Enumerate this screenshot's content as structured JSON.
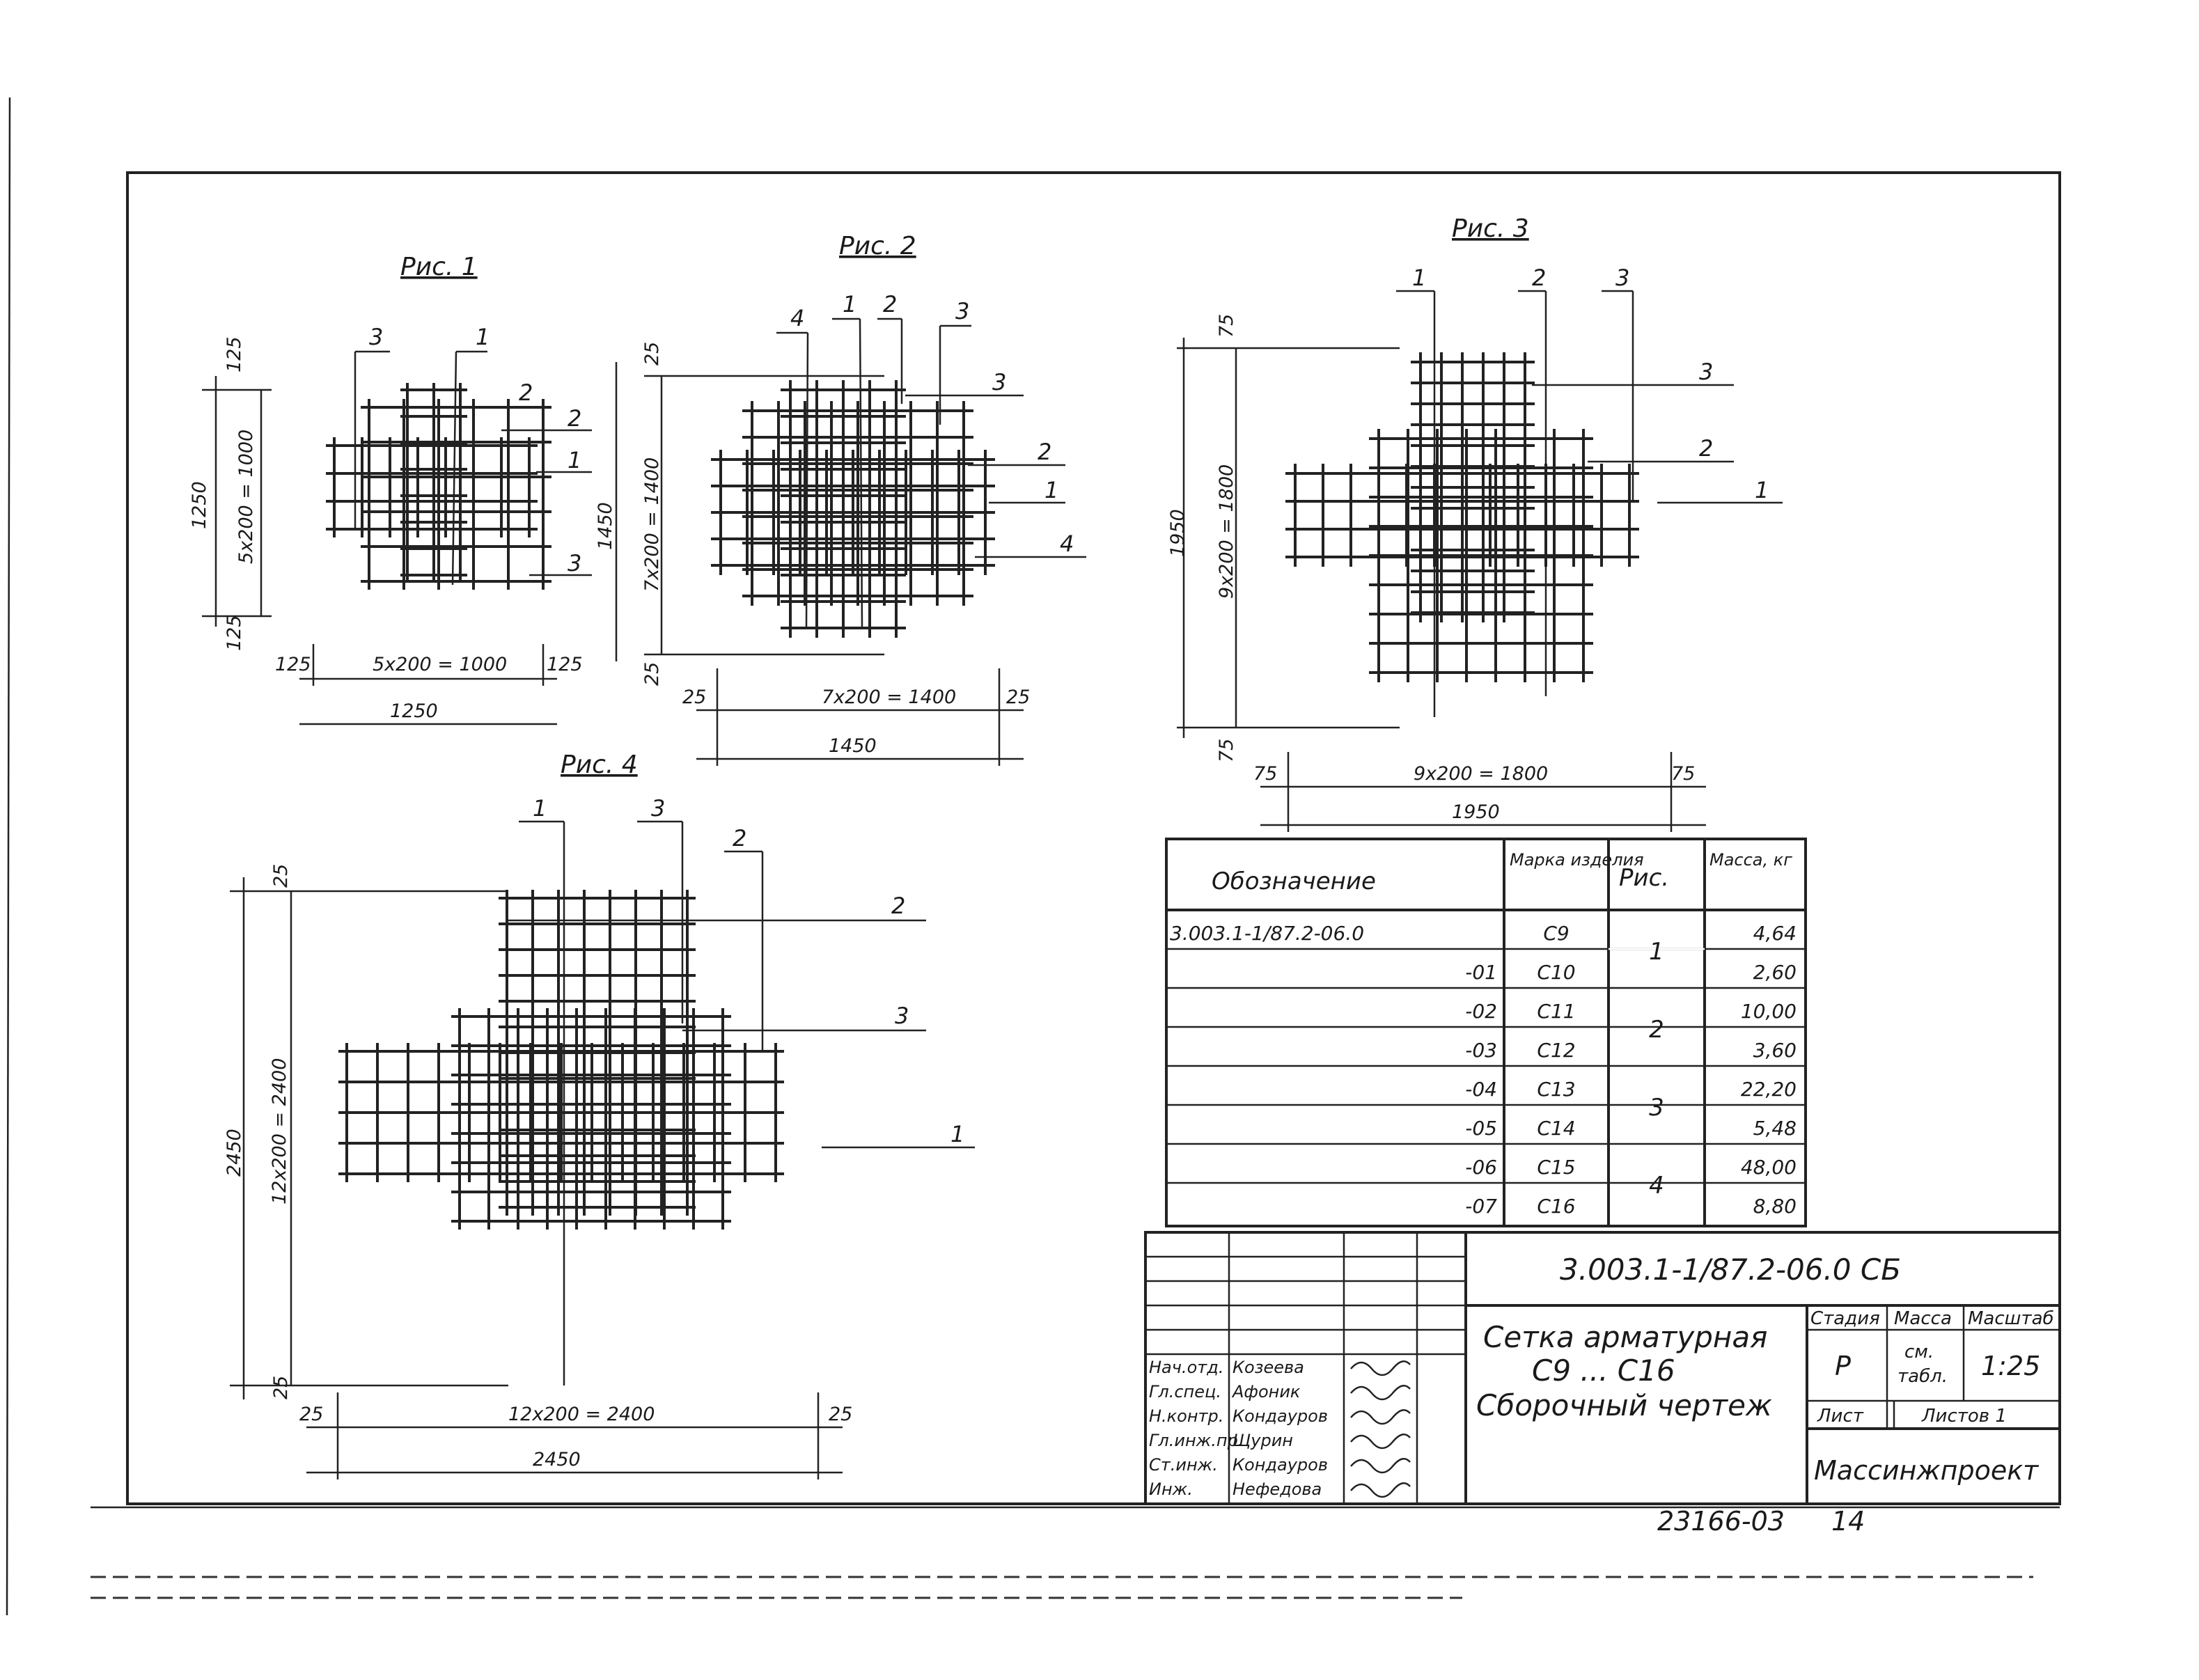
{
  "figures": {
    "fig1": {
      "title": "Рис. 1",
      "dim_125": "125",
      "dim_grid": "5х200 = 1000",
      "dim_total": "1250",
      "callouts": [
        "3",
        "1",
        "2",
        "2",
        "1",
        "3"
      ]
    },
    "fig2": {
      "title": "Рис. 2",
      "dim_25": "25",
      "dim_grid": "7х200 = 1400",
      "dim_total": "1450",
      "callouts": [
        "4",
        "1",
        "2",
        "3",
        "3",
        "2",
        "1",
        "4"
      ]
    },
    "fig3": {
      "title": "Рис. 3",
      "dim_75": "75",
      "dim_grid": "9х200 = 1800",
      "dim_total": "1950",
      "callouts": [
        "1",
        "2",
        "3",
        "3",
        "2",
        "1"
      ]
    },
    "fig4": {
      "title": "Рис. 4",
      "dim_25": "25",
      "dim_grid": "12х200 = 2400",
      "dim_total": "2450",
      "callouts": [
        "1",
        "3",
        "2",
        "2",
        "3",
        "1"
      ]
    }
  },
  "table": {
    "headers": [
      "Обозначение",
      "Марка изделия",
      "Рис.",
      "Масса, кг"
    ],
    "rows": [
      {
        "code": "3.003.1-1/87.2-06.0",
        "mark": "С9",
        "fig": "1",
        "mass": "4,64"
      },
      {
        "code": "-01",
        "mark": "С10",
        "fig": "",
        "mass": "2,60"
      },
      {
        "code": "-02",
        "mark": "С11",
        "fig": "2",
        "mass": "10,00"
      },
      {
        "code": "-03",
        "mark": "С12",
        "fig": "",
        "mass": "3,60"
      },
      {
        "code": "-04",
        "mark": "С13",
        "fig": "3",
        "mass": "22,20"
      },
      {
        "code": "-05",
        "mark": "С14",
        "fig": "",
        "mass": "5,48"
      },
      {
        "code": "-06",
        "mark": "С15",
        "fig": "4",
        "mass": "48,00"
      },
      {
        "code": "-07",
        "mark": "С16",
        "fig": "",
        "mass": "8,80"
      }
    ]
  },
  "stamp": {
    "doc_code": "3.003.1-1/87.2-06.0  СБ",
    "title_line1": "Сетка арматурная",
    "title_line2": "С9 ... С16",
    "title_line3": "Сборочный чертеж",
    "col_stage": "Стадия",
    "col_mass": "Масса",
    "col_scale": "Масштаб",
    "stage": "Р",
    "mass_line1": "см.",
    "mass_line2": "табл.",
    "scale": "1:25",
    "sheet": "Лист",
    "sheets": "Листов 1",
    "org": "Массинжпроект",
    "people": [
      {
        "role": "Нач.отд.",
        "name": "Козеева"
      },
      {
        "role": "Гл.спец.",
        "name": "Афоник"
      },
      {
        "role": "Н.контр.",
        "name": "Кондауров"
      },
      {
        "role": "Гл.инж.пр.",
        "name": "Щурин"
      },
      {
        "role": "Ст.инж.",
        "name": "Кондауров"
      },
      {
        "role": "Инж.",
        "name": "Нефедова"
      }
    ]
  },
  "footer": {
    "archive": "23166-03",
    "page": "14"
  }
}
